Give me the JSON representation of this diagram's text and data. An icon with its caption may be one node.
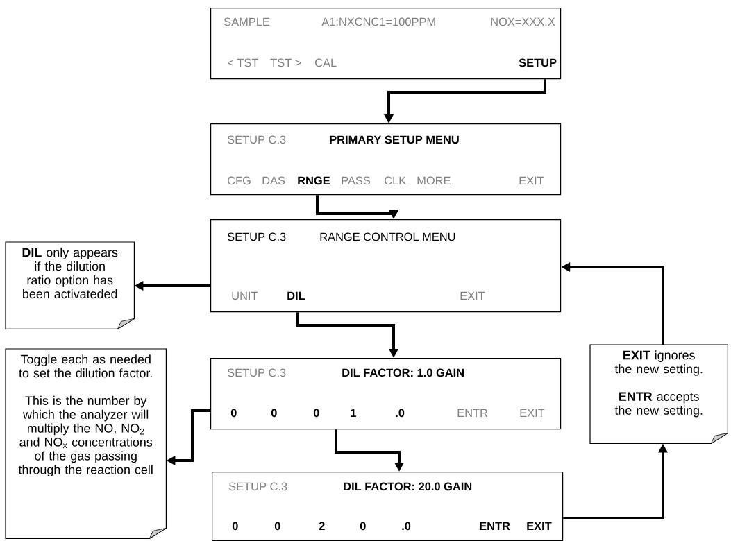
{
  "diagram": {
    "nodes": [
      {
        "text": [
          "SAMPLE",
          "A1:NXCNC1=100PPM",
          "NOX=XXX.X",
          "< TST",
          "TST >",
          "CAL",
          "SETUP"
        ]
      },
      {
        "text": [
          "SETUP C.3",
          "PRIMARY SETUP MENU",
          "CFG",
          "DAS",
          "RNGE",
          "PASS",
          "CLK",
          "MORE",
          "EXIT"
        ]
      },
      {
        "text": [
          "SETUP C.3",
          "RANGE CONTROL MENU",
          "UNIT",
          "DIL",
          "EXIT"
        ]
      },
      {
        "text": [
          "**DIL** only appears if the dilution ratio option has been activateded"
        ]
      },
      {
        "text": [
          "SETUP C.3",
          "DIL FACTOR: 1.0 GAIN",
          "0",
          "0",
          "0",
          "1",
          ".0",
          "ENTR",
          "EXIT"
        ]
      },
      {
        "text": [
          "Toggle each as needed to set the dilution factor.",
          "This is the number by which the analyzer will multiply the NO, NO$_{2}$ and NO$_{x}$ concentrations of the gas passing through the reaction cell"
        ]
      },
      {
        "text": [
          "SETUP C.3",
          "DIL FACTOR: 20.0 GAIN",
          "0",
          "0",
          "2",
          "0",
          ".0",
          "ENTR",
          "EXIT"
        ]
      },
      {
        "text": [
          "**EXIT** ignores the new setting.",
          "**ENTR** accepts the new setting."
        ]
      }
    ],
    "edges": [
      {
        "from": 0,
        "to": 1,
        "arrow": "to"
      },
      {
        "from": 1,
        "to": 2,
        "arrow": "to"
      },
      {
        "from": 2,
        "to": 3,
        "arrow": "to"
      },
      {
        "from": 2,
        "to": 4,
        "arrow": "to"
      },
      {
        "from": 4,
        "to": 5,
        "arrow": "to"
      },
      {
        "from": 4,
        "to": 6,
        "arrow": "to"
      },
      {
        "from": 6,
        "to": 7,
        "arrow": "to"
      },
      {
        "from": 7,
        "to": 2,
        "arrow": "to"
      }
    ]
  }
}
